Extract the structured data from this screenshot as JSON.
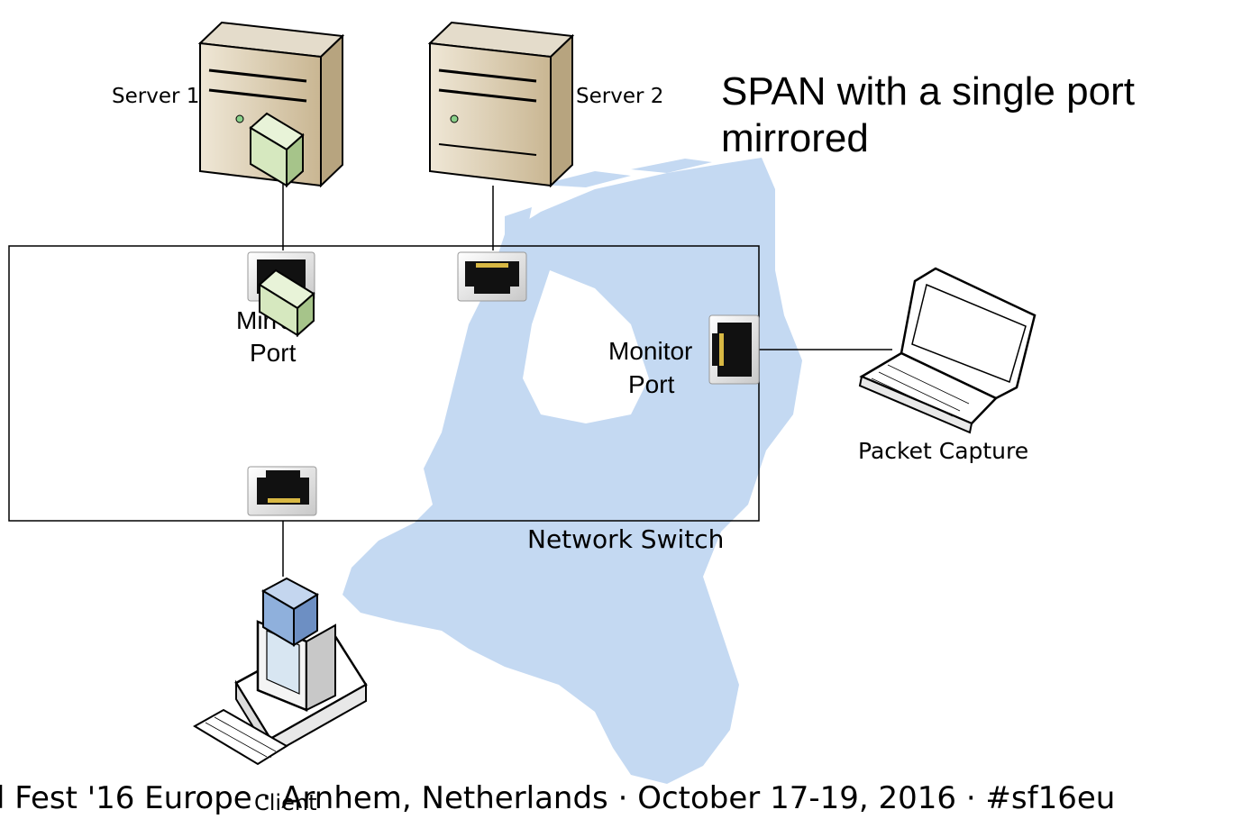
{
  "title": "SPAN with a single port mirrored",
  "labels": {
    "server1": "Server 1",
    "server2": "Server 2",
    "mirror_port_line1": "Mirror",
    "mirror_port_line2": "Port",
    "monitor_port_line1": "Monitor",
    "monitor_port_line2": "Port",
    "packet_capture": "Packet Capture",
    "network_switch": "Network Switch",
    "client": "Client"
  },
  "footer": "l Fest '16 Europe · Arnhem, Netherlands · October 17-19, 2016 · #sf16eu",
  "colors": {
    "map_fill": "#c4d9f2",
    "mirror_block": "#d6e8bf",
    "client_block": "#8fb0dc",
    "outline": "#000000"
  },
  "icons": {
    "server": "server-tower-icon",
    "ethernet_port": "rj45-port-icon",
    "laptop": "laptop-icon",
    "desktop": "desktop-pc-icon"
  }
}
